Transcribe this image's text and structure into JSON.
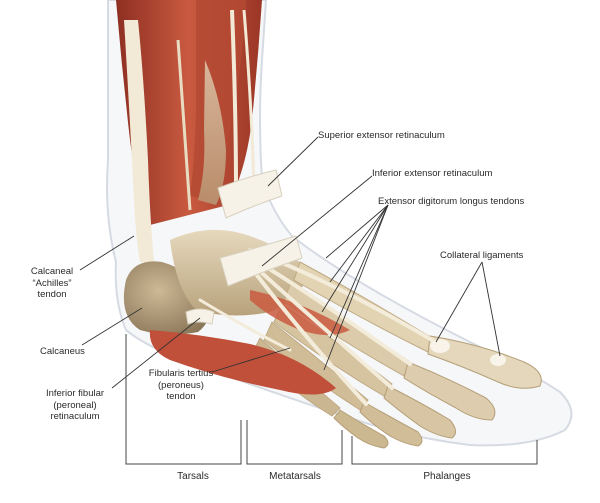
{
  "labels": {
    "superior_extensor_retinaculum": "Superior extensor retinaculum",
    "inferior_extensor_retinaculum": "Inferior extensor retinaculum",
    "extensor_digitorum_longus_tendons": "Extensor digitorum longus tendons",
    "collateral_ligaments": "Collateral ligaments",
    "calcaneal_achilles_tendon": [
      "Calcaneal",
      "“Achilles”",
      "tendon"
    ],
    "calcaneus": "Calcaneus",
    "inferior_fibular_retinaculum": [
      "Inferior fibular",
      "(peroneal)",
      "retinaculum"
    ],
    "fibularis_tertius_tendon": [
      "Fibularis tertius",
      "(peroneus)",
      "tendon"
    ]
  },
  "regions": {
    "tarsals": "Tarsals",
    "metatarsals": "Metatarsals",
    "phalanges": "Phalanges"
  },
  "colors": {
    "muscle": "#c0503a",
    "muscle_dark": "#8e2f22",
    "tendon": "#efe6d2",
    "bone": "#d8c7a4",
    "skin_outline": "#d6dbe3",
    "leader_line": "#333333",
    "text": "#2a2a2a"
  }
}
